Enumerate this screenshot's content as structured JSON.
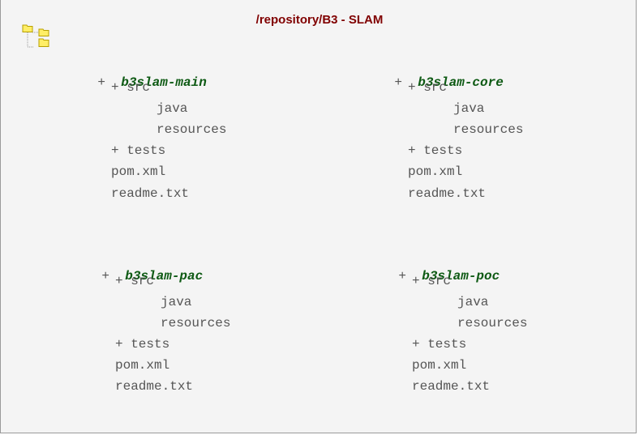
{
  "title": "/repository/B3 - SLAM",
  "icon": "folder-tree-icon",
  "colors": {
    "title": "#800000",
    "module_name": "#0e5a14",
    "text": "#555555",
    "background": "#f4f4f4",
    "folder_fill": "#ffee66",
    "folder_stroke": "#b8a000"
  },
  "modules": [
    {
      "prefix": "+",
      "name": "b3slam-main",
      "src_label": "+ src",
      "src_children": [
        "java",
        "resources"
      ],
      "tests_label": "+ tests",
      "files": [
        "pom.xml",
        "readme.txt"
      ]
    },
    {
      "prefix": "+",
      "name": "b3slam-core",
      "src_label": "+ src",
      "src_children": [
        "java",
        "resources"
      ],
      "tests_label": "+ tests",
      "files": [
        "pom.xml",
        "readme.txt"
      ]
    },
    {
      "prefix": "+",
      "name": "b3slam-pac",
      "src_label": "+ src",
      "src_children": [
        "java",
        "resources"
      ],
      "tests_label": "+ tests",
      "files": [
        "pom.xml",
        "readme.txt"
      ]
    },
    {
      "prefix": "+",
      "name": "b3slam-poc",
      "src_label": "+ src",
      "src_children": [
        "java",
        "resources"
      ],
      "tests_label": "+ tests",
      "files": [
        "pom.xml",
        "readme.txt"
      ]
    }
  ]
}
